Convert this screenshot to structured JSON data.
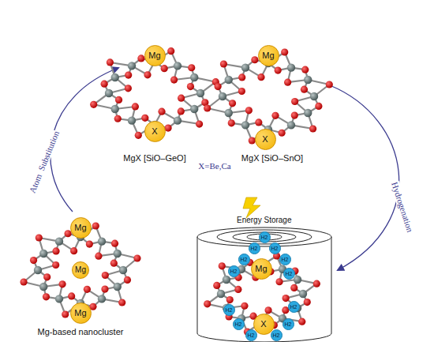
{
  "diagram": {
    "nodes": [
      {
        "text": [
          "Mg"
        ]
      },
      {
        "text": [
          "X"
        ]
      },
      {
        "text": [
          "Mg"
        ]
      },
      {
        "text": [
          "X"
        ]
      },
      {
        "text": [
          "Mg"
        ]
      },
      {
        "text": [
          "Mg"
        ]
      },
      {
        "text": [
          "H2"
        ]
      },
      {
        "text": [
          "H2"
        ]
      },
      {
        "text": [
          "H2"
        ]
      },
      {
        "text": [
          "H2"
        ]
      },
      {
        "text": [
          "H2"
        ]
      },
      {
        "text": [
          "H2"
        ]
      },
      {
        "text": [
          "Mg"
        ]
      },
      {
        "text": [
          "H2"
        ]
      },
      {
        "text": [
          "H2"
        ]
      },
      {
        "text": [
          "H2"
        ]
      },
      {
        "text": [
          "X"
        ]
      },
      {
        "text": [
          "H2"
        ]
      },
      {
        "text": [
          "H2"
        ]
      },
      {
        "text": [
          "H2"
        ]
      },
      {
        "text": [
          "H2"
        ]
      },
      {
        "text": [
          "Mg"
        ]
      }
    ],
    "labels": [
      "MgX [SiO–GeO]",
      "MgX [SiO–SnO]",
      "X=Be,Ca",
      "Atom  Substitution",
      "Hydrogenation",
      "Energy Storage",
      "Mg-based nanocluster"
    ]
  }
}
